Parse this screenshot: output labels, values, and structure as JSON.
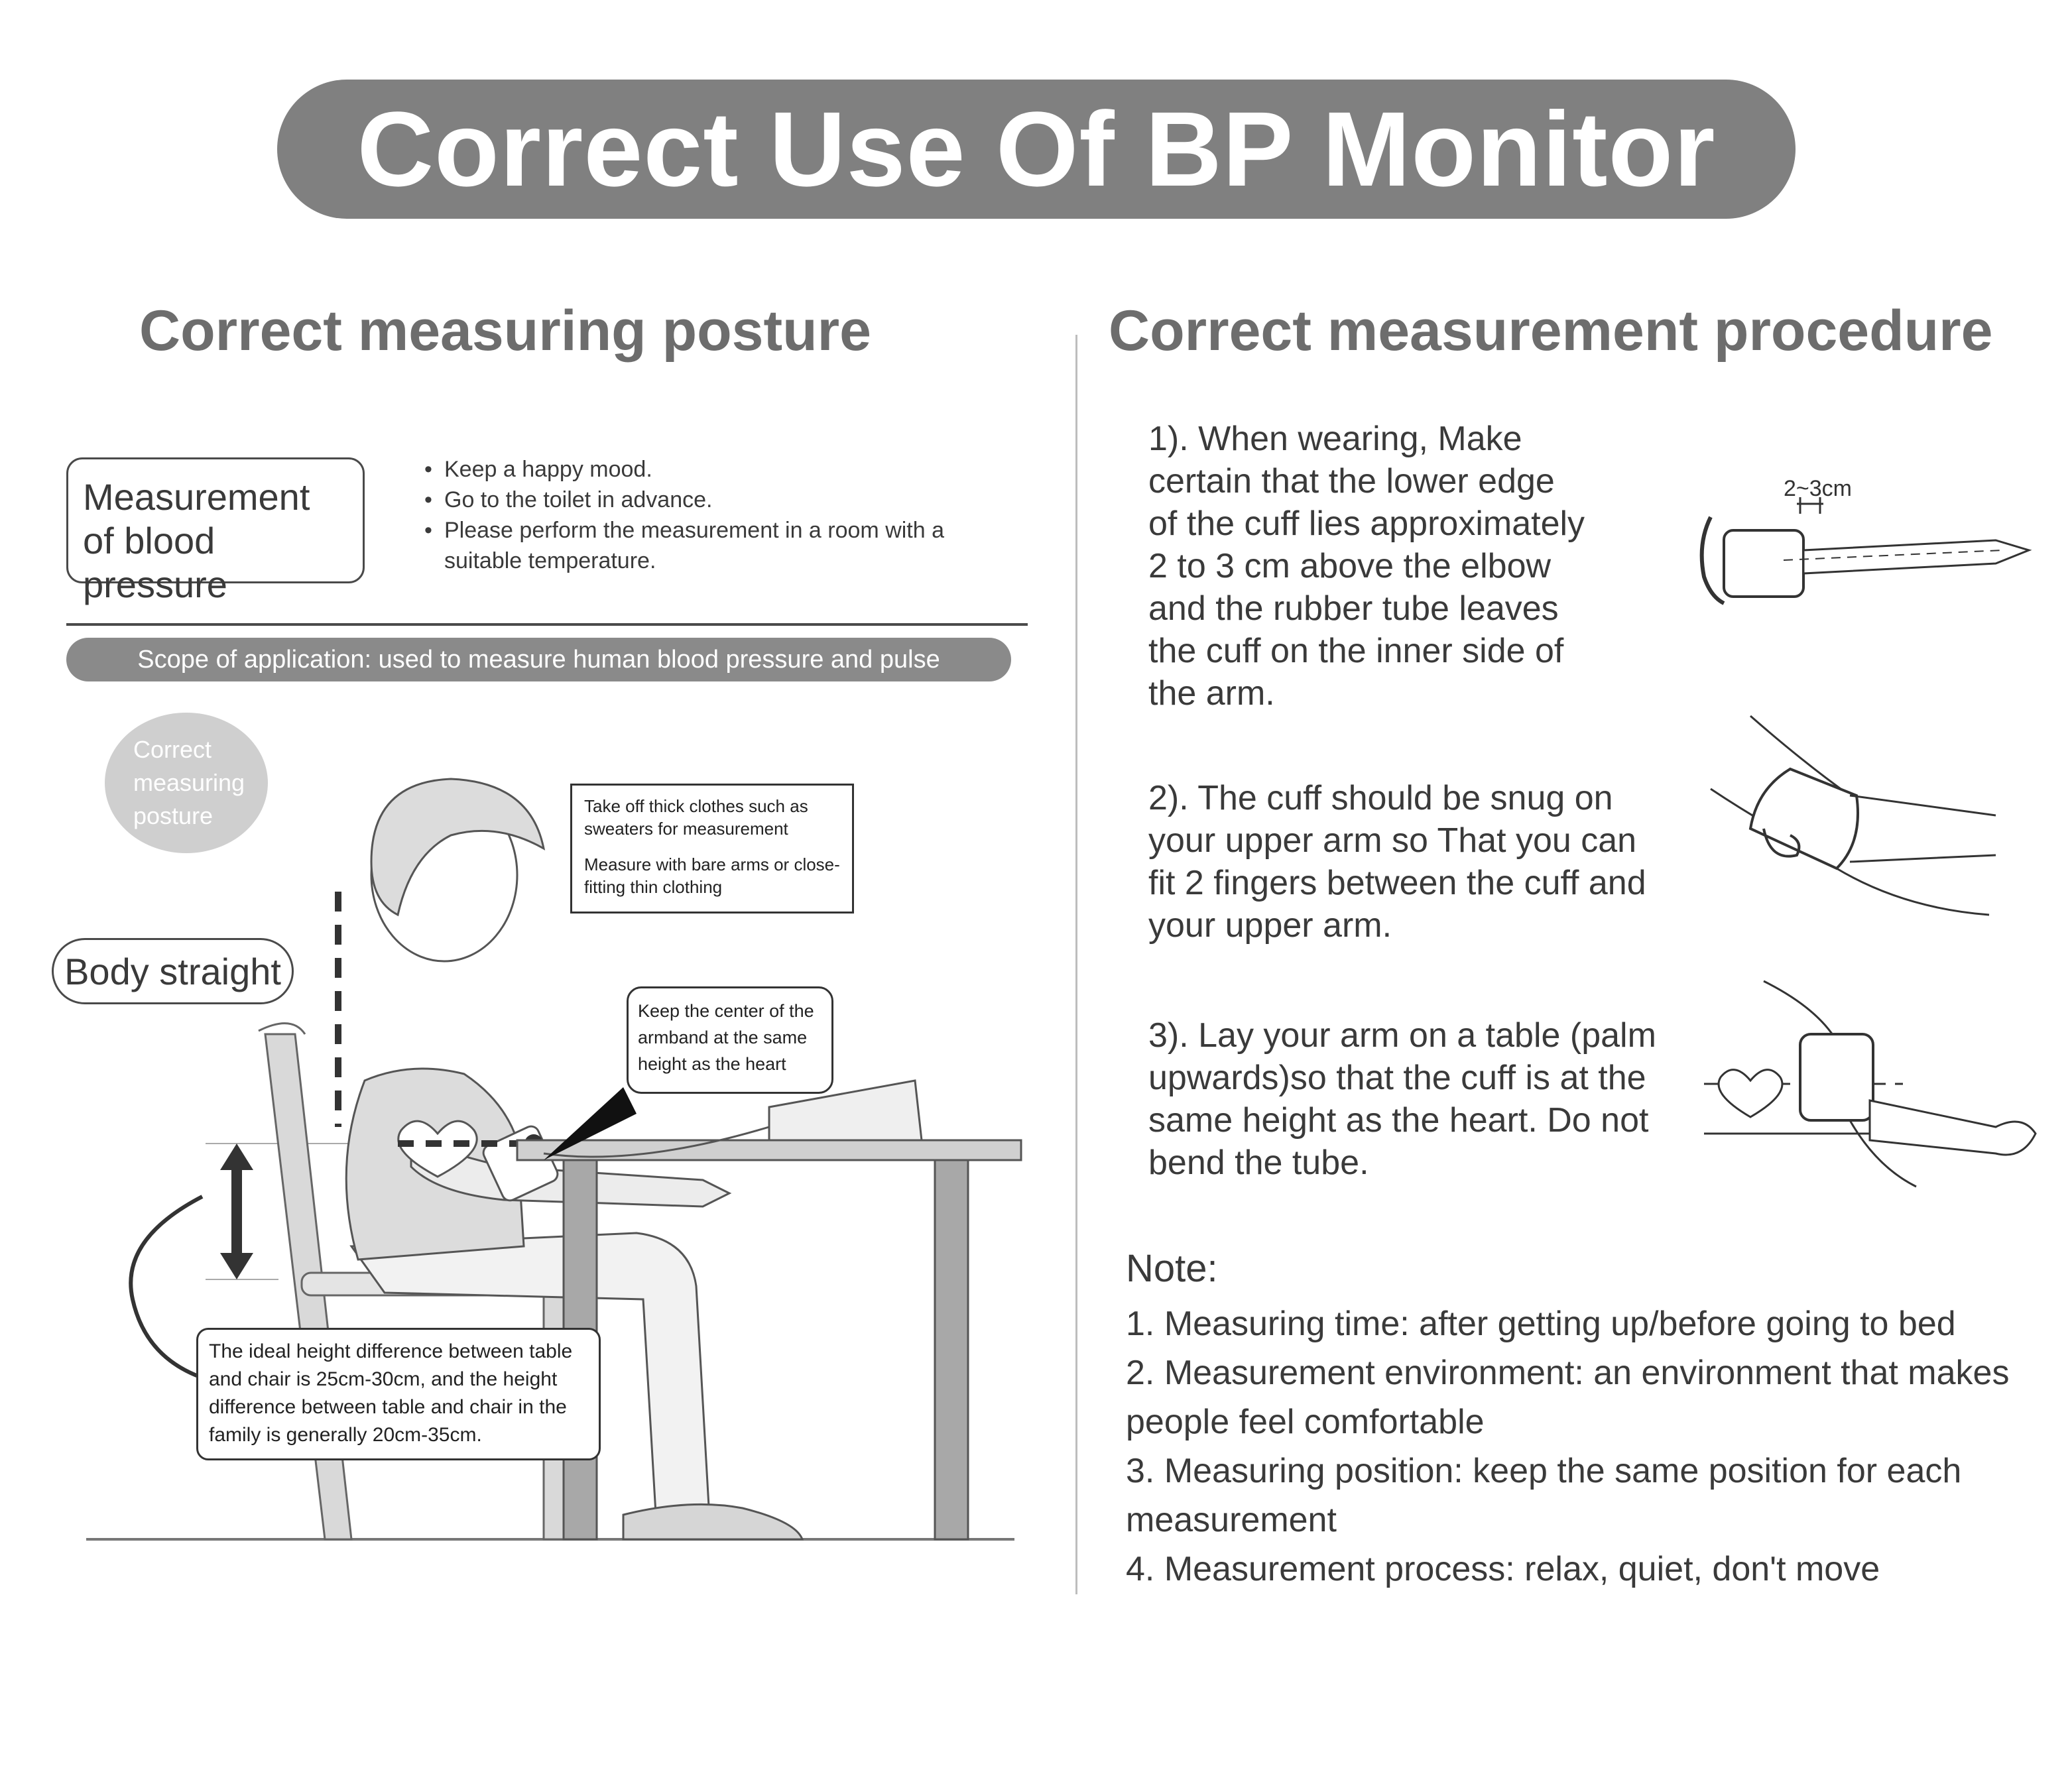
{
  "title": "Correct Use Of BP Monitor",
  "posture": {
    "heading": "Correct measuring posture",
    "measure_box": "Measurement of blood pressure",
    "tips": [
      "Keep a happy mood.",
      "Go to the toilet in advance.",
      "Please perform the measurement in a room with a suitable temperature."
    ],
    "scope": "Scope of application: used to measure human blood pressure and pulse",
    "badge": "Correct\nmeasuring\nposture",
    "body_straight": "Body straight",
    "clothes_callout": {
      "line1": "Take off thick clothes such as sweaters for measurement",
      "line2": "Measure with bare arms or close-fitting thin clothing"
    },
    "armband_callout": "Keep the center of the armband at the same height as the heart",
    "height_callout": "The ideal height difference between table and chair is 25cm-30cm, and the height difference between table and chair in the family is generally 20cm-35cm."
  },
  "procedure": {
    "heading": "Correct measurement procedure",
    "steps": [
      "1). When wearing,  Make\ncertain that the lower edge\nof the cuff lies approximately\n2 to 3 cm above the elbow\nand the rubber tube leaves\nthe cuff on the inner side of\nthe arm.",
      "2). The cuff should be snug on\nyour upper arm so That you can\nfit 2 fingers between the cuff and\nyour upper arm.",
      "3). Lay your arm on a table (palm\nupwards)so that the cuff is at the\nsame height as the heart. Do not\nbend the tube."
    ],
    "cuff_distance_label": "2~3cm",
    "note_title": "Note:",
    "notes": [
      "1. Measuring time: after getting up/before going to bed",
      "2. Measurement environment: an environment that makes people feel comfortable",
      "3. Measuring position: keep the same position for each measurement",
      "4. Measurement process: relax, quiet, don't move"
    ]
  },
  "colors": {
    "title_pill": "#808080",
    "scope_pill": "#8a8a8a",
    "badge": "#cfcfcf",
    "text": "#3a3a3a",
    "heading": "#6d6d6d"
  }
}
